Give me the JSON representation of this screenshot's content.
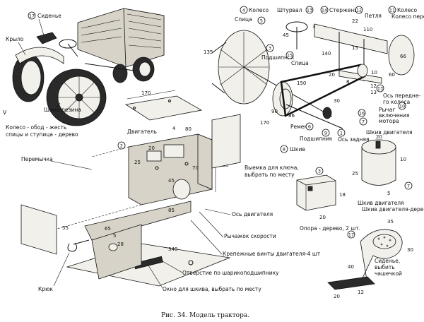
{
  "labels": {
    "seat": "Сиденье",
    "wing": "Крыло",
    "tire": "Шина-резина",
    "wheel_note_1": "Колесо - обод - жесть",
    "wheel_note_2": "спицы и ступица - дерево",
    "engine": "Двигатель",
    "bridge": "Перемычка",
    "key_cutout_1": "Выемка для ключа,",
    "key_cutout_2": "выбрать по месту",
    "engine_axis": "Ось двигателя",
    "speed_lever": "Рычажок скорости",
    "engine_screws": "Крепежные винты двигателя-4 шт",
    "bearing_hole": "Отверстие по шарикоподшипнику",
    "pulley_window": "Окно для шкива, выбрать по месту",
    "hook": "Крюк",
    "wheel": "Колесо",
    "steering_wheel": "Штурвал",
    "shaft": "Стержень",
    "front_wheel_loop": "Петля",
    "front_wheel": "Колесо переднее",
    "spoke": "Спица",
    "bearing_top": "Подшипник",
    "spoke2": "Спица",
    "front_axle_1": "Ось передне-",
    "front_axle_2": "го колеса",
    "motor_lever_1": "Рычаг",
    "motor_lever_2": "включения",
    "motor_lever_3": "мотора",
    "belt": "Ремень",
    "pulley": "Шкив",
    "bearing": "Подшипник",
    "rear_axle": "Ось задняя",
    "engine_pulley": "Шкив двигателя",
    "support_1": "Опора - дерево, 2 шт.",
    "engine_pulley_wood": "Шкив двигателя-дерево",
    "seat_1": "Сиденье,",
    "seat_2": "выбить",
    "seat_3": "чашечкой",
    "caption": "Рис. 34. Модель трактора."
  },
  "part_numbers": {
    "n1": "1",
    "n2": "2",
    "n3": "3",
    "n4": "4",
    "n5": "5",
    "n6": "6",
    "n7": "7",
    "n8": "8",
    "n9": "9",
    "n10": "10",
    "n11": "11",
    "n12": "12",
    "n13": "13",
    "n14": "14",
    "n15": "15",
    "n16": "16",
    "n17": "17",
    "n18": "18"
  },
  "dimensions": {
    "d170a": "170",
    "d80": "80",
    "d4": "4",
    "d20a": "20",
    "d25": "25",
    "d45": "45",
    "d70": "70",
    "d135": "135",
    "d55": "55",
    "d65": "65",
    "d85": "85",
    "d340": "340",
    "d28": "28",
    "d5": "5",
    "d20b": "20",
    "r135": "135",
    "r45": "45",
    "r3": "3",
    "r22": "22",
    "r110": "110",
    "r15": "15",
    "r140": "140",
    "r150": "150",
    "r8": "8",
    "r10": "10",
    "r12": "12",
    "r13": "13",
    "r30": "30",
    "r20": "20",
    "r170": "170",
    "r86": "86",
    "r4": "4",
    "r90": "90",
    "r60": "60",
    "r66": "66",
    "r80": "80",
    "s20a": "20",
    "s25": "25",
    "s10": "10",
    "s5": "5",
    "b20": "20",
    "b18": "18",
    "t35": "35",
    "t30": "30",
    "t40": "40",
    "t20": "20",
    "t12": "12"
  }
}
